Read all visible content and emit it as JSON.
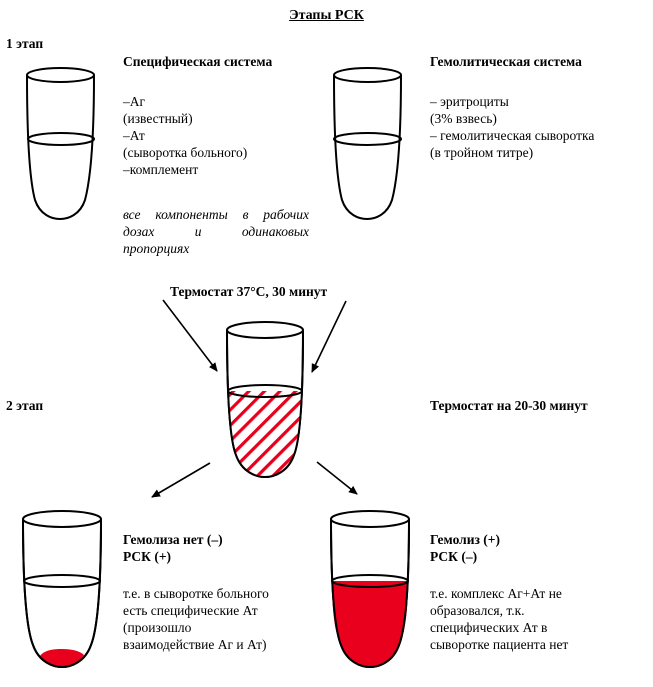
{
  "title": "Этапы РСК",
  "stage1": {
    "label": "1 этап",
    "specific": {
      "heading": "Специфическая система",
      "lines": [
        "–Аг",
        "(известный)",
        "–Ат",
        "(сыворотка больного)",
        "–комплемент"
      ],
      "note": [
        "все компоненты в рабочих",
        "дозах и одинаковых",
        "пропорциях"
      ]
    },
    "hemolytic": {
      "heading": "Гемолитическая система",
      "lines": [
        "– эритроциты",
        "(3% взвесь)",
        "– гемолитическая сыворотка",
        "(в тройном титре)"
      ]
    }
  },
  "thermostat1": "Термостат 37°С, 30 минут",
  "stage2": {
    "label": "2 этап",
    "thermostat2": "Термостат на 20-30 минут",
    "negative": {
      "heading1": "Гемолиза нет (–)",
      "heading2": "РСК (+)",
      "lines": [
        "т.е. в сыворотке больного",
        "есть специфические Ат",
        "(произошло",
        "взаимодействие Аг и Ат)"
      ]
    },
    "positive": {
      "heading1": "Гемолиз (+)",
      "heading2": "РСК (–)",
      "lines": [
        "т.е. комплекс Аг+Ат не",
        "образовался, т.к.",
        "специфических Ат в",
        "сыворотке пациента нет"
      ]
    }
  },
  "colors": {
    "blood": "#e8001c",
    "hatch": "#e8001c",
    "ink": "#000000"
  }
}
